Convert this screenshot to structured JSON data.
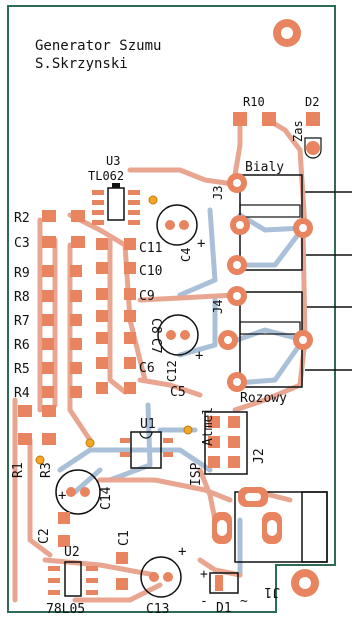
{
  "title": "Generator Szumu",
  "author": "S.Skrzynski",
  "colors": {
    "board": "#ffffff",
    "board_edge": "#2e6b57",
    "copper_top": "#e8a58f",
    "copper_bottom": "#a9c0d8",
    "pad": "#e8845f",
    "silk": "#111111",
    "via": "#f5a623"
  },
  "labels": {
    "r10": "R10",
    "d2": "D2",
    "zas": "Zas",
    "u3": "U3",
    "tl062": "TL062",
    "j3": "J3",
    "bialy": "Bialy",
    "j4": "J4",
    "rozowy": "Rozowy",
    "r2": "R2",
    "c3": "C3",
    "r9": "R9",
    "r8": "R8",
    "r7": "R7",
    "r6": "R6",
    "r5": "R5",
    "r4": "R4",
    "c11": "C11",
    "c10": "C10",
    "c9": "C9",
    "c8": "C8",
    "c7": "C7",
    "c6": "C6",
    "c5": "C5",
    "c4": "C4",
    "c12": "C12",
    "u1": "U1",
    "atmel": "Atmel",
    "isp": "ISP",
    "j2": "J2",
    "r1": "R1",
    "r3": "R3",
    "c14": "C14",
    "c2": "C2",
    "c1": "C1",
    "u2": "U2",
    "c13": "C13",
    "l7805": "78L05",
    "d1": "D1",
    "j1": "J1"
  }
}
